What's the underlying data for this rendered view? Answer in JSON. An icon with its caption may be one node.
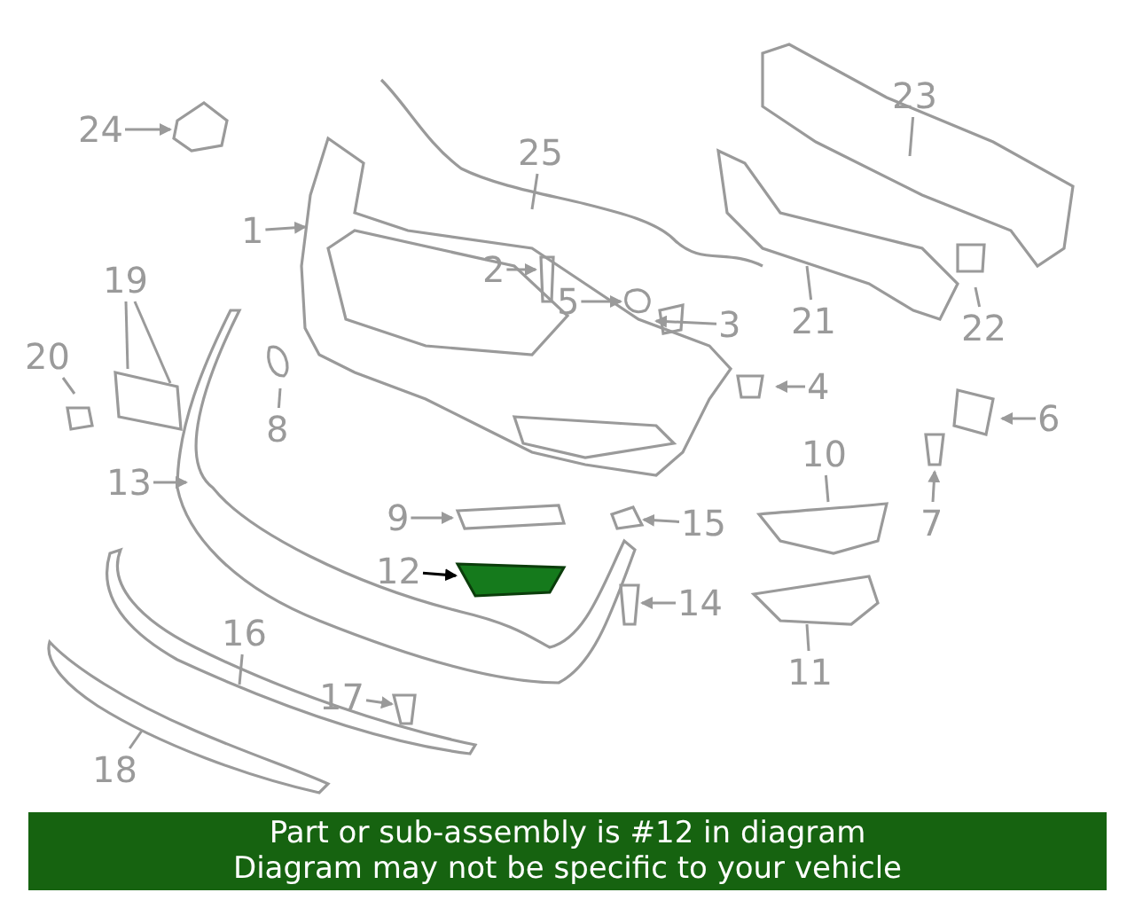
{
  "diagram": {
    "nodes": [
      {
        "text": [
          "1"
        ]
      },
      {
        "text": [
          "2"
        ]
      },
      {
        "text": [
          "3"
        ]
      },
      {
        "text": [
          "4"
        ]
      },
      {
        "text": [
          "5"
        ]
      },
      {
        "text": [
          "6"
        ]
      },
      {
        "text": [
          "7"
        ]
      },
      {
        "text": [
          "8"
        ]
      },
      {
        "text": [
          "9"
        ]
      },
      {
        "text": [
          "10"
        ]
      },
      {
        "text": [
          "11"
        ]
      },
      {
        "text": [
          "12"
        ]
      },
      {
        "text": [
          "13"
        ]
      },
      {
        "text": [
          "14"
        ]
      },
      {
        "text": [
          "15"
        ]
      },
      {
        "text": [
          "16"
        ]
      },
      {
        "text": [
          "17"
        ]
      },
      {
        "text": [
          "18"
        ]
      },
      {
        "text": [
          "19"
        ]
      },
      {
        "text": [
          "20"
        ]
      },
      {
        "text": [
          "21"
        ]
      },
      {
        "text": [
          "22"
        ]
      },
      {
        "text": [
          "23"
        ]
      },
      {
        "text": [
          "24"
        ]
      },
      {
        "text": [
          "25"
        ]
      },
      {
        "text": [],
        "shape": "box"
      },
      {
        "text": [
          "Part or sub-assembly is #12 in diagram",
          "Diagram may not be specific to your vehicle"
        ]
      }
    ],
    "edges": [
      {
        "from": 0,
        "to": null,
        "arrow": "to"
      },
      {
        "from": 1,
        "to": null,
        "arrow": "to"
      },
      {
        "from": 2,
        "to": null,
        "arrow": "to"
      },
      {
        "from": 3,
        "to": null,
        "arrow": "to"
      },
      {
        "from": 4,
        "to": null,
        "arrow": "to"
      },
      {
        "from": 5,
        "to": null,
        "arrow": "to"
      },
      {
        "from": 6,
        "to": null,
        "arrow": "to"
      },
      {
        "from": 7,
        "to": null,
        "arrow": "none"
      },
      {
        "from": 8,
        "to": null,
        "arrow": "to"
      },
      {
        "from": 9,
        "to": null,
        "arrow": "none"
      },
      {
        "from": 10,
        "to": null,
        "arrow": "none"
      },
      {
        "from": 11,
        "to": 25,
        "arrow": "to",
        "color": "#000000"
      },
      {
        "from": 12,
        "to": null,
        "arrow": "to"
      },
      {
        "from": 13,
        "to": null,
        "arrow": "to"
      },
      {
        "from": 14,
        "to": null,
        "arrow": "to"
      },
      {
        "from": 15,
        "to": null,
        "arrow": "none"
      },
      {
        "from": 16,
        "to": null,
        "arrow": "to"
      },
      {
        "from": 17,
        "to": null,
        "arrow": "none"
      },
      {
        "from": 18,
        "to": null,
        "arrow": "none"
      },
      {
        "from": 18,
        "to": null,
        "arrow": "none"
      },
      {
        "from": 19,
        "to": null,
        "arrow": "none"
      },
      {
        "from": 20,
        "to": null,
        "arrow": "none"
      },
      {
        "from": 21,
        "to": null,
        "arrow": "none"
      },
      {
        "from": 22,
        "to": null,
        "arrow": "none"
      },
      {
        "from": 23,
        "to": null,
        "arrow": "to"
      },
      {
        "from": 24,
        "to": null,
        "arrow": "none"
      }
    ]
  }
}
